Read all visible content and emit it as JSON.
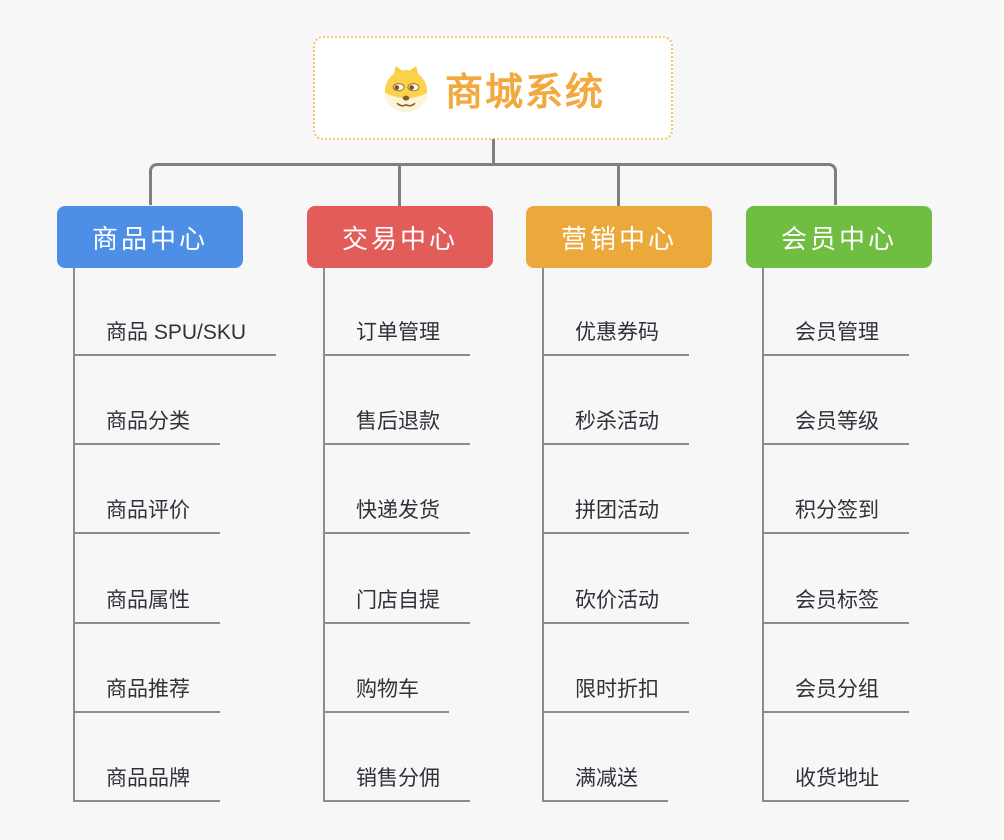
{
  "root": {
    "title": "商城系统",
    "icon": "shiba-dog-icon",
    "title_color": "#F2A93F",
    "border_color": "#F3C36B"
  },
  "connector_color": "#7F7F7F",
  "background_color": "#F7F7F7",
  "branches": [
    {
      "label": "商品中心",
      "color": "#4D8FE6",
      "items": [
        "商品 SPU/SKU",
        "商品分类",
        "商品评价",
        "商品属性",
        "商品推荐",
        "商品品牌"
      ]
    },
    {
      "label": "交易中心",
      "color": "#E25C5A",
      "items": [
        "订单管理",
        "售后退款",
        "快递发货",
        "门店自提",
        "购物车",
        "销售分佣"
      ]
    },
    {
      "label": "营销中心",
      "color": "#EBA93C",
      "items": [
        "优惠券码",
        "秒杀活动",
        "拼团活动",
        "砍价活动",
        "限时折扣",
        "满减送"
      ]
    },
    {
      "label": "会员中心",
      "color": "#6FBD41",
      "items": [
        "会员管理",
        "会员等级",
        "积分签到",
        "会员标签",
        "会员分组",
        "收货地址"
      ]
    }
  ]
}
